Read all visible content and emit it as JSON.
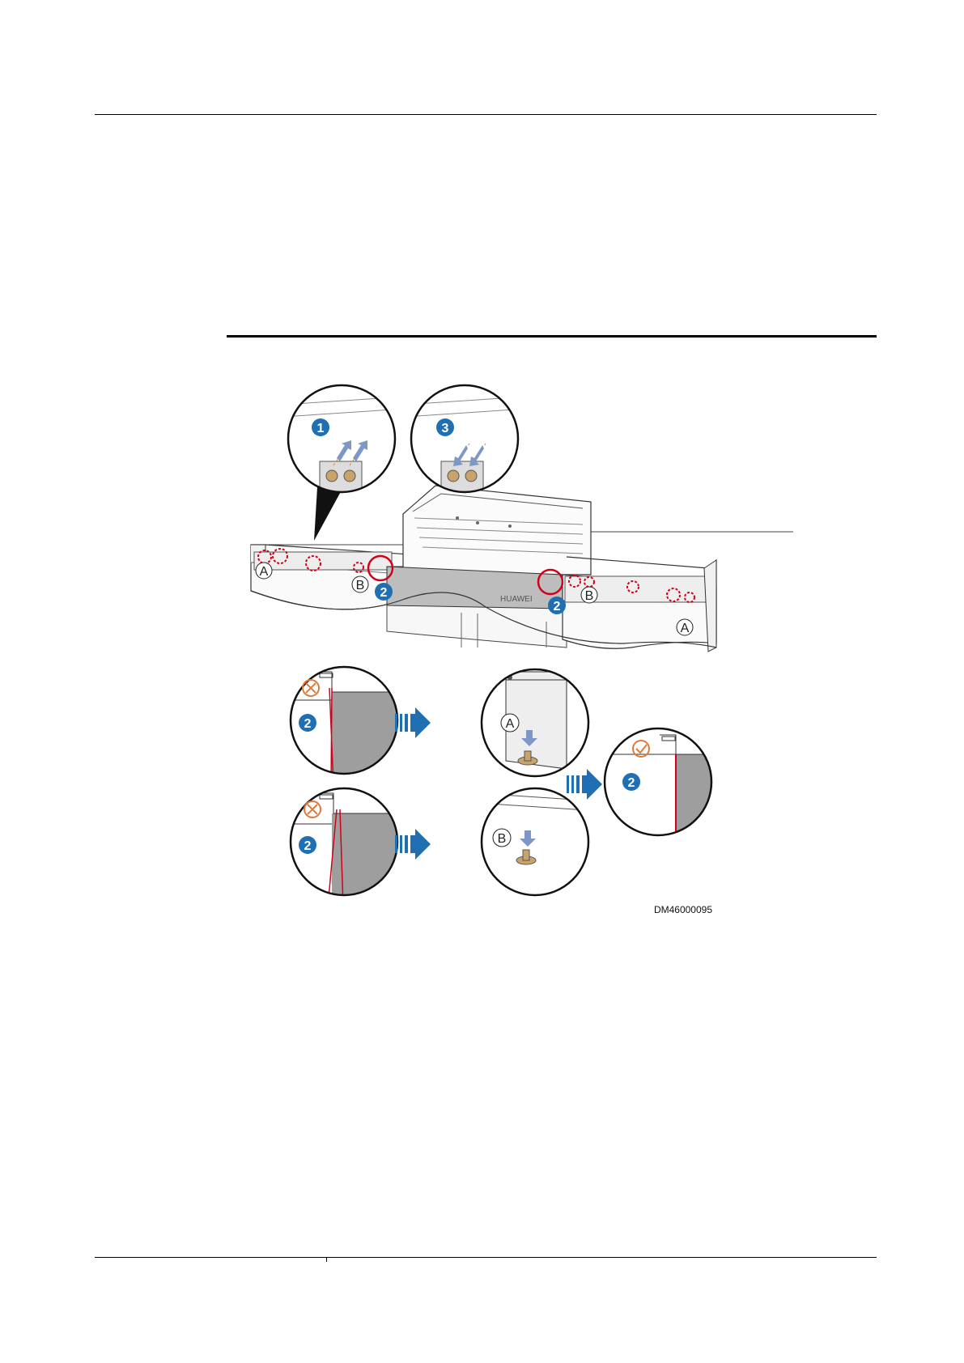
{
  "figure": {
    "code": "DM46000095",
    "brand": "HUAWEI",
    "steps": {
      "one": "1",
      "two": "2",
      "three": "3"
    },
    "markers": {
      "a": "A",
      "b": "B"
    }
  }
}
